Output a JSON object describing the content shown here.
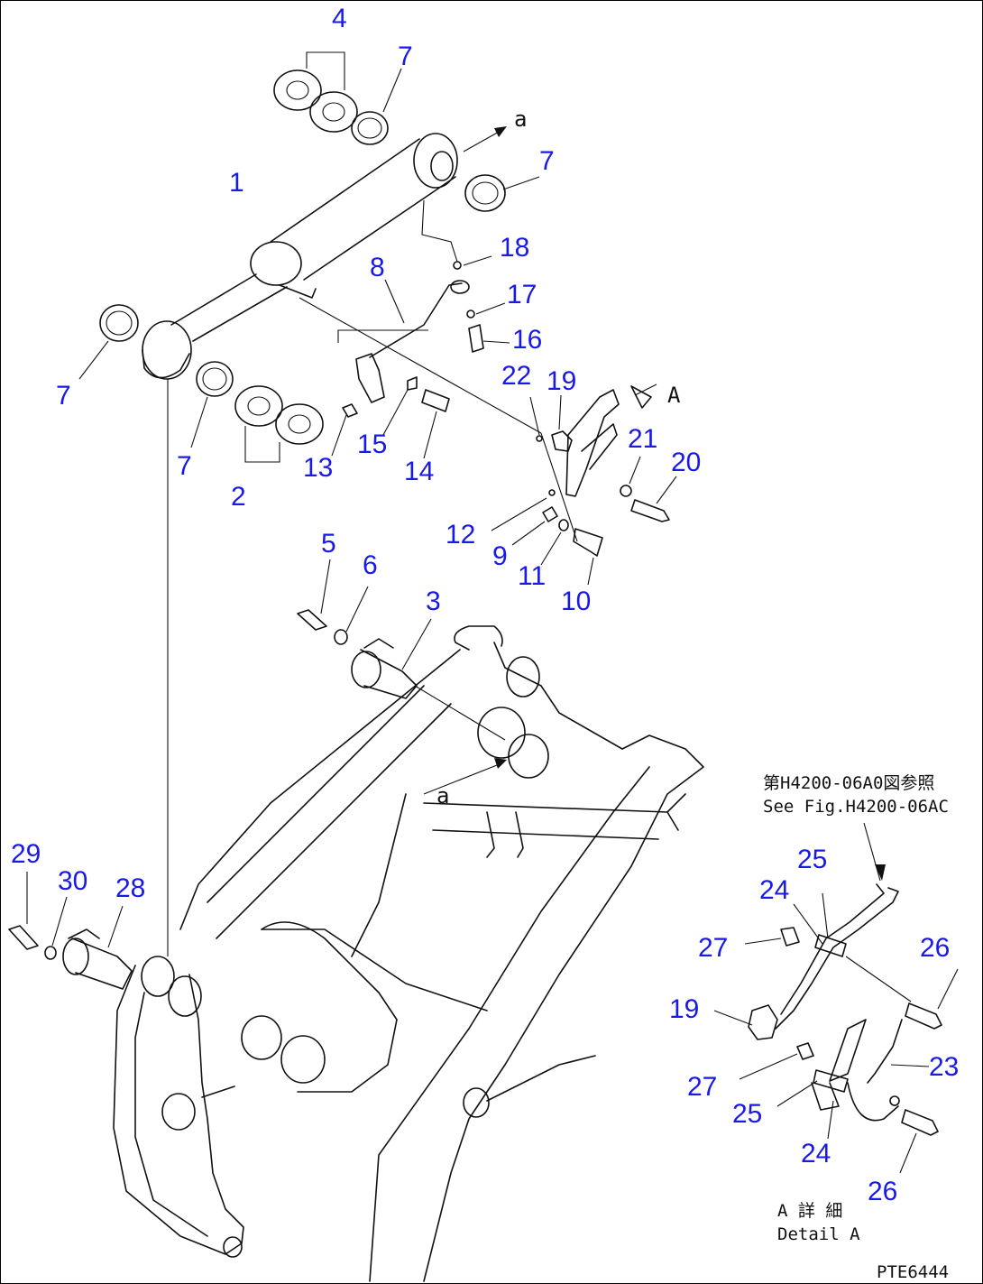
{
  "labels": {
    "l1": "1",
    "l2": "2",
    "l3": "3",
    "l4": "4",
    "l5": "5",
    "l6": "6",
    "l7": "7",
    "l8": "8",
    "l9": "9",
    "l10": "10",
    "l11": "11",
    "l12": "12",
    "l13": "13",
    "l14": "14",
    "l15": "15",
    "l16": "16",
    "l17": "17",
    "l18": "18",
    "l19": "19",
    "l20": "20",
    "l21": "21",
    "l22": "22",
    "l23": "23",
    "l24": "24",
    "l25": "25",
    "l26": "26",
    "l27": "27",
    "l28": "28",
    "l29": "29",
    "l30": "30"
  },
  "annotations": {
    "arrow_a": "a",
    "view_a": "A",
    "bottom_arrow": "a",
    "see_jp": "第H4200-06A0図参照",
    "see_en": "See Fig.H4200-06AC",
    "detail_jp": "A 詳 細",
    "detail_en": "Detail A",
    "code": "PTE6444"
  },
  "colors": {
    "label": "#1a1ae6",
    "line": "#111111",
    "background": "#ffffff"
  }
}
